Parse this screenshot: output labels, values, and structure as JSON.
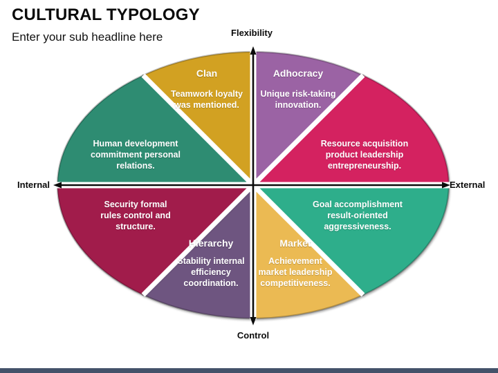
{
  "header": {
    "title": "CULTURAL TYPOLOGY",
    "subtitle": "Enter your sub headline here"
  },
  "axes": {
    "top": "Flexibility",
    "bottom": "Control",
    "left": "Internal",
    "right": "External"
  },
  "segments": {
    "clan": {
      "title": "Clan",
      "text": "Teamwork loyalty\nwas mentioned.",
      "color": "#D2A124"
    },
    "adhocracy": {
      "title": "Adhocracy",
      "text": "Unique risk-taking\ninnovation.",
      "color": "#9B64A4"
    },
    "human_development": {
      "text": "Human development\ncommitment personal\nrelations.",
      "color": "#2E8C72"
    },
    "resource_acquisition": {
      "text": "Resource acquisition\nproduct leadership\nentrepreneurship.",
      "color": "#D42061"
    },
    "security": {
      "text": "Security formal\nrules control and\nstructure.",
      "color": "#A11A4B"
    },
    "hierarchy": {
      "title": "Hierarchy",
      "text": "Stability internal\nefficiency\ncoordination.",
      "color": "#6E5480"
    },
    "market": {
      "title": "Market",
      "text": "Achievement\nmarket leadership\ncompetitiveness.",
      "color": "#EBBA52"
    },
    "goal_accomplishment": {
      "text": "Goal accomplishment\nresult-oriented\naggressiveness.",
      "color": "#2FAE8B"
    }
  },
  "footer": {
    "color": "#44526A"
  }
}
